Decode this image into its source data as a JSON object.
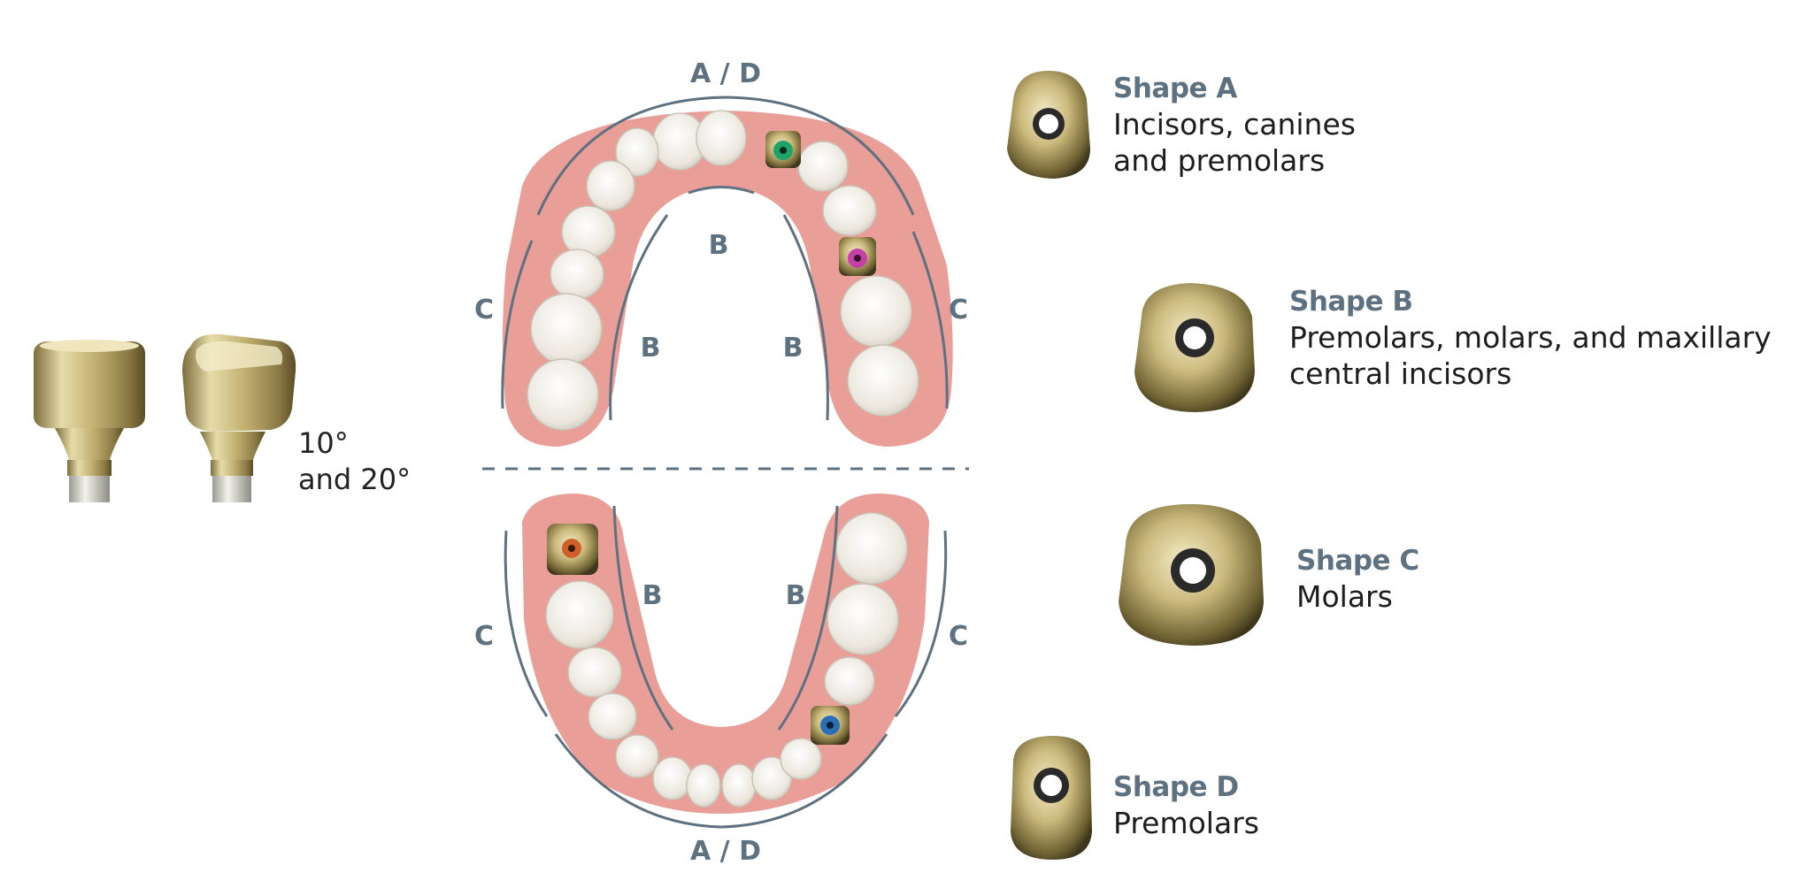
{
  "abutment": {
    "angle_line1": "10°",
    "angle_line2": "and 20°"
  },
  "arch_labels": {
    "upper_front": "A / D",
    "lower_front": "A / D",
    "upper_palate": "B",
    "upper_left_inner": "B",
    "upper_right_inner": "B",
    "upper_left_outer": "C",
    "upper_right_outer": "C",
    "lower_left_inner": "B",
    "lower_right_inner": "B",
    "lower_left_outer": "C",
    "lower_right_outer": "C"
  },
  "shapes": [
    {
      "title": "Shape A",
      "desc1": "Incisors, canines",
      "desc2": "and premolars"
    },
    {
      "title": "Shape B",
      "desc1": "Premolars, molars, and maxillary",
      "desc2": "central incisors"
    },
    {
      "title": "Shape C",
      "desc1": "Molars"
    },
    {
      "title": "Shape D",
      "desc1": "Premolars"
    }
  ],
  "colors": {
    "label": "#5e7180",
    "gum": "#e89a94",
    "tooth": "#f2efe8",
    "gold": "#c9b676",
    "marker_green": "#1fa36b",
    "marker_magenta": "#c43fa6",
    "marker_orange": "#d0602a",
    "marker_blue": "#2a6fb5"
  }
}
